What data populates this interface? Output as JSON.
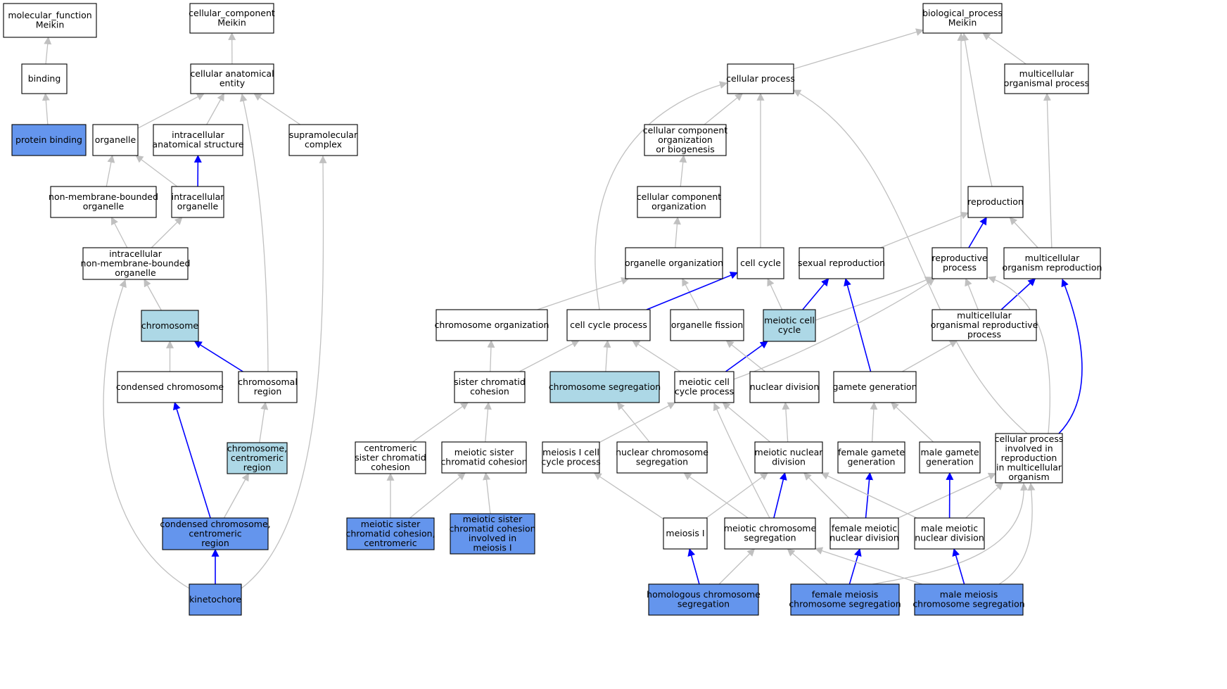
{
  "colors": {
    "white": "#ffffff",
    "lightblue": "#add8e6",
    "blue": "#6495ed",
    "edge_gray": "#c0c0c0",
    "edge_blue": "#0000ff"
  },
  "nodes": {
    "mf": {
      "lines": [
        "molecular_function",
        "Meikin"
      ],
      "fill": "white"
    },
    "binding": {
      "lines": [
        "binding"
      ],
      "fill": "white"
    },
    "protein_binding": {
      "lines": [
        "protein binding"
      ],
      "fill": "blue"
    },
    "cc": {
      "lines": [
        "cellular_component",
        "Meikin"
      ],
      "fill": "white"
    },
    "cae": {
      "lines": [
        "cellular anatomical",
        "entity"
      ],
      "fill": "white"
    },
    "organelle": {
      "lines": [
        "organelle"
      ],
      "fill": "white"
    },
    "ias": {
      "lines": [
        "intracellular",
        "anatomical structure"
      ],
      "fill": "white"
    },
    "supra": {
      "lines": [
        "supramolecular",
        "complex"
      ],
      "fill": "white"
    },
    "nmbo": {
      "lines": [
        "non-membrane-bounded",
        "organelle"
      ],
      "fill": "white"
    },
    "io": {
      "lines": [
        "intracellular",
        "organelle"
      ],
      "fill": "white"
    },
    "inmbo": {
      "lines": [
        "intracellular",
        "non-membrane-bounded",
        "organelle"
      ],
      "fill": "white"
    },
    "chromosome": {
      "lines": [
        "chromosome"
      ],
      "fill": "lightblue"
    },
    "condensed": {
      "lines": [
        "condensed chromosome"
      ],
      "fill": "white"
    },
    "chromreg": {
      "lines": [
        "chromosomal",
        "region"
      ],
      "fill": "white"
    },
    "centreg": {
      "lines": [
        "chromosome,",
        "centromeric",
        "region"
      ],
      "fill": "lightblue"
    },
    "ccentreg": {
      "lines": [
        "condensed chromosome,",
        "centromeric",
        "region"
      ],
      "fill": "blue"
    },
    "kinetochore": {
      "lines": [
        "kinetochore"
      ],
      "fill": "blue"
    },
    "bp": {
      "lines": [
        "biological_process",
        "Meikin"
      ],
      "fill": "white"
    },
    "cp": {
      "lines": [
        "cellular process"
      ],
      "fill": "white"
    },
    "mop": {
      "lines": [
        "multicellular",
        "organismal process"
      ],
      "fill": "white"
    },
    "ccob": {
      "lines": [
        "cellular component",
        "organization",
        "or biogenesis"
      ],
      "fill": "white"
    },
    "cco": {
      "lines": [
        "cellular component",
        "organization"
      ],
      "fill": "white"
    },
    "repro": {
      "lines": [
        "reproduction"
      ],
      "fill": "white"
    },
    "oo": {
      "lines": [
        "organelle organization"
      ],
      "fill": "white"
    },
    "cc2": {
      "lines": [
        "cell cycle"
      ],
      "fill": "white"
    },
    "sr": {
      "lines": [
        "sexual reproduction"
      ],
      "fill": "white"
    },
    "rp": {
      "lines": [
        "reproductive",
        "process"
      ],
      "fill": "white"
    },
    "mor": {
      "lines": [
        "multicellular",
        "organism reproduction"
      ],
      "fill": "white"
    },
    "co": {
      "lines": [
        "chromosome organization"
      ],
      "fill": "white"
    },
    "ccp": {
      "lines": [
        "cell cycle process"
      ],
      "fill": "white"
    },
    "of": {
      "lines": [
        "organelle fission"
      ],
      "fill": "white"
    },
    "mcc": {
      "lines": [
        "meiotic cell",
        "cycle"
      ],
      "fill": "lightblue"
    },
    "morp": {
      "lines": [
        "multicellular",
        "organismal reproductive",
        "process"
      ],
      "fill": "white"
    },
    "scc": {
      "lines": [
        "sister chromatid",
        "cohesion"
      ],
      "fill": "white"
    },
    "cs": {
      "lines": [
        "chromosome segregation"
      ],
      "fill": "lightblue"
    },
    "mccp": {
      "lines": [
        "meiotic cell",
        "cycle process"
      ],
      "fill": "white"
    },
    "nd": {
      "lines": [
        "nuclear division"
      ],
      "fill": "white"
    },
    "gg": {
      "lines": [
        "gamete generation"
      ],
      "fill": "white"
    },
    "cscc": {
      "lines": [
        "centromeric",
        "sister chromatid",
        "cohesion"
      ],
      "fill": "white"
    },
    "mscc": {
      "lines": [
        "meiotic sister",
        "chromatid cohesion"
      ],
      "fill": "white"
    },
    "m1ccp": {
      "lines": [
        "meiosis I cell",
        "cycle process"
      ],
      "fill": "white"
    },
    "ncs": {
      "lines": [
        "nuclear chromosome",
        "segregation"
      ],
      "fill": "white"
    },
    "mnd": {
      "lines": [
        "meiotic nuclear",
        "division"
      ],
      "fill": "white"
    },
    "fgg": {
      "lines": [
        "female gamete",
        "generation"
      ],
      "fill": "white"
    },
    "mgg": {
      "lines": [
        "male gamete",
        "generation"
      ],
      "fill": "white"
    },
    "cpirmo": {
      "lines": [
        "cellular process",
        "involved in",
        "reproduction",
        "in multicellular",
        "organism"
      ],
      "fill": "white"
    },
    "msccc": {
      "lines": [
        "meiotic sister",
        "chromatid cohesion,",
        "centromeric"
      ],
      "fill": "blue"
    },
    "msccim1": {
      "lines": [
        "meiotic sister",
        "chromatid cohesion",
        "involved in",
        "meiosis I"
      ],
      "fill": "blue"
    },
    "m1": {
      "lines": [
        "meiosis I"
      ],
      "fill": "white"
    },
    "mcs": {
      "lines": [
        "meiotic chromosome",
        "segregation"
      ],
      "fill": "white"
    },
    "fmnd": {
      "lines": [
        "female meiotic",
        "nuclear division"
      ],
      "fill": "white"
    },
    "mmnd": {
      "lines": [
        "male meiotic",
        "nuclear division"
      ],
      "fill": "white"
    },
    "hcs": {
      "lines": [
        "homologous chromosome",
        "segregation"
      ],
      "fill": "blue"
    },
    "fmcs": {
      "lines": [
        "female meiosis",
        "chromosome segregation"
      ],
      "fill": "blue"
    },
    "mmcs": {
      "lines": [
        "male meiosis",
        "chromosome segregation"
      ],
      "fill": "blue"
    }
  },
  "edges": [
    {
      "from": "binding",
      "to": "mf",
      "color": "gray"
    },
    {
      "from": "protein_binding",
      "to": "binding",
      "color": "gray"
    },
    {
      "from": "cae",
      "to": "cc",
      "color": "gray"
    },
    {
      "from": "organelle",
      "to": "cae",
      "color": "gray"
    },
    {
      "from": "ias",
      "to": "cae",
      "color": "gray"
    },
    {
      "from": "supra",
      "to": "cae",
      "color": "gray"
    },
    {
      "from": "chromreg",
      "to": "cae",
      "color": "gray"
    },
    {
      "from": "nmbo",
      "to": "organelle",
      "color": "gray"
    },
    {
      "from": "io",
      "to": "organelle",
      "color": "gray"
    },
    {
      "from": "io",
      "to": "ias",
      "color": "blue"
    },
    {
      "from": "inmbo",
      "to": "nmbo",
      "color": "gray"
    },
    {
      "from": "inmbo",
      "to": "io",
      "color": "gray"
    },
    {
      "from": "chromosome",
      "to": "inmbo",
      "color": "gray"
    },
    {
      "from": "kinetochore",
      "to": "inmbo",
      "color": "gray"
    },
    {
      "from": "condensed",
      "to": "chromosome",
      "color": "gray"
    },
    {
      "from": "chromreg",
      "to": "chromosome",
      "color": "blue"
    },
    {
      "from": "centreg",
      "to": "chromreg",
      "color": "gray"
    },
    {
      "from": "ccentreg",
      "to": "condensed",
      "color": "blue"
    },
    {
      "from": "ccentreg",
      "to": "centreg",
      "color": "gray"
    },
    {
      "from": "kinetochore",
      "to": "ccentreg",
      "color": "blue"
    },
    {
      "from": "kinetochore",
      "to": "supra",
      "color": "gray"
    },
    {
      "from": "cp",
      "to": "bp",
      "color": "gray"
    },
    {
      "from": "mop",
      "to": "bp",
      "color": "gray"
    },
    {
      "from": "repro",
      "to": "bp",
      "color": "gray"
    },
    {
      "from": "rp",
      "to": "bp",
      "color": "gray"
    },
    {
      "from": "ccob",
      "to": "cp",
      "color": "gray"
    },
    {
      "from": "cc2",
      "to": "cp",
      "color": "gray"
    },
    {
      "from": "ccp",
      "to": "cp",
      "color": "gray"
    },
    {
      "from": "cpirmo",
      "to": "cp",
      "color": "gray"
    },
    {
      "from": "cco",
      "to": "ccob",
      "color": "gray"
    },
    {
      "from": "oo",
      "to": "cco",
      "color": "gray"
    },
    {
      "from": "sr",
      "to": "repro",
      "color": "gray"
    },
    {
      "from": "rp",
      "to": "repro",
      "color": "blue"
    },
    {
      "from": "mor",
      "to": "repro",
      "color": "gray"
    },
    {
      "from": "mor",
      "to": "mop",
      "color": "gray"
    },
    {
      "from": "co",
      "to": "oo",
      "color": "gray"
    },
    {
      "from": "of",
      "to": "oo",
      "color": "gray"
    },
    {
      "from": "ccp",
      "to": "cc2",
      "color": "blue"
    },
    {
      "from": "mcc",
      "to": "cc2",
      "color": "gray"
    },
    {
      "from": "mcc",
      "to": "sr",
      "color": "blue"
    },
    {
      "from": "mcc",
      "to": "rp",
      "color": "gray"
    },
    {
      "from": "gg",
      "to": "sr",
      "color": "blue"
    },
    {
      "from": "morp",
      "to": "rp",
      "color": "gray"
    },
    {
      "from": "morp",
      "to": "mor",
      "color": "blue"
    },
    {
      "from": "mccp",
      "to": "rp",
      "color": "gray"
    },
    {
      "from": "cpirmo",
      "to": "rp",
      "color": "gray"
    },
    {
      "from": "cpirmo",
      "to": "mor",
      "color": "blue"
    },
    {
      "from": "scc",
      "to": "co",
      "color": "gray"
    },
    {
      "from": "scc",
      "to": "ccp",
      "color": "gray"
    },
    {
      "from": "cs",
      "to": "ccp",
      "color": "gray"
    },
    {
      "from": "mccp",
      "to": "ccp",
      "color": "gray"
    },
    {
      "from": "mccp",
      "to": "mcc",
      "color": "blue"
    },
    {
      "from": "nd",
      "to": "of",
      "color": "gray"
    },
    {
      "from": "gg",
      "to": "morp",
      "color": "gray"
    },
    {
      "from": "cscc",
      "to": "scc",
      "color": "gray"
    },
    {
      "from": "mscc",
      "to": "scc",
      "color": "gray"
    },
    {
      "from": "m1ccp",
      "to": "mccp",
      "color": "gray"
    },
    {
      "from": "ncs",
      "to": "cs",
      "color": "gray"
    },
    {
      "from": "mnd",
      "to": "mccp",
      "color": "gray"
    },
    {
      "from": "mnd",
      "to": "nd",
      "color": "gray"
    },
    {
      "from": "fgg",
      "to": "gg",
      "color": "gray"
    },
    {
      "from": "mgg",
      "to": "gg",
      "color": "gray"
    },
    {
      "from": "msccc",
      "to": "cscc",
      "color": "gray"
    },
    {
      "from": "msccc",
      "to": "mscc",
      "color": "gray"
    },
    {
      "from": "msccim1",
      "to": "mscc",
      "color": "gray"
    },
    {
      "from": "m1",
      "to": "m1ccp",
      "color": "gray"
    },
    {
      "from": "m1",
      "to": "mnd",
      "color": "gray"
    },
    {
      "from": "mcs",
      "to": "ncs",
      "color": "gray"
    },
    {
      "from": "mcs",
      "to": "mnd",
      "color": "blue"
    },
    {
      "from": "mcs",
      "to": "mccp",
      "color": "gray"
    },
    {
      "from": "fmnd",
      "to": "mnd",
      "color": "gray"
    },
    {
      "from": "fmnd",
      "to": "fgg",
      "color": "blue"
    },
    {
      "from": "fmnd",
      "to": "cpirmo",
      "color": "gray"
    },
    {
      "from": "mmnd",
      "to": "mnd",
      "color": "gray"
    },
    {
      "from": "mmnd",
      "to": "mgg",
      "color": "blue"
    },
    {
      "from": "mmnd",
      "to": "cpirmo",
      "color": "gray"
    },
    {
      "from": "hcs",
      "to": "m1",
      "color": "blue"
    },
    {
      "from": "hcs",
      "to": "mcs",
      "color": "gray"
    },
    {
      "from": "fmcs",
      "to": "mcs",
      "color": "gray"
    },
    {
      "from": "fmcs",
      "to": "fmnd",
      "color": "blue"
    },
    {
      "from": "fmcs",
      "to": "cpirmo",
      "color": "gray"
    },
    {
      "from": "mmcs",
      "to": "mcs",
      "color": "gray"
    },
    {
      "from": "mmcs",
      "to": "mmnd",
      "color": "blue"
    },
    {
      "from": "mmcs",
      "to": "cpirmo",
      "color": "gray"
    }
  ]
}
